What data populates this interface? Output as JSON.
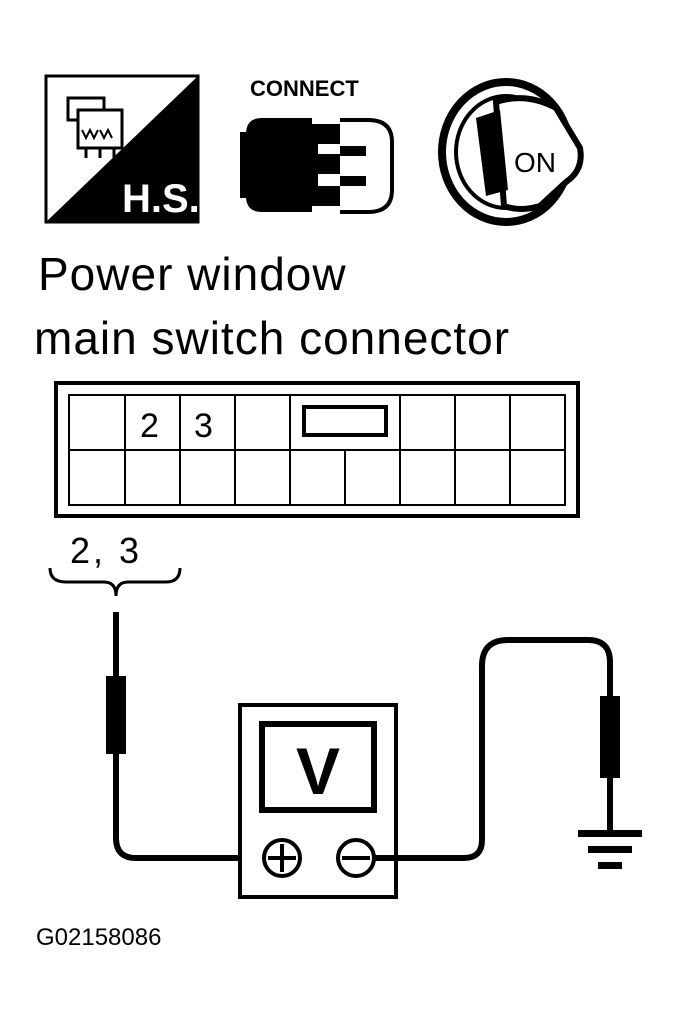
{
  "icons": {
    "harness_icon": {
      "name": "hs-harness-icon",
      "label": "H.S."
    },
    "connect_icon": {
      "name": "connect-icon",
      "label": "CONNECT"
    },
    "ignition_icon": {
      "name": "ignition-key-on-icon",
      "label": "ON"
    }
  },
  "title": {
    "line1": "Power window",
    "line2": "main switch connector"
  },
  "connector": {
    "pin_labels": [
      "2",
      "3"
    ],
    "probe_label": "2, 3"
  },
  "meter": {
    "display": "V",
    "positive_symbol": "+",
    "negative_symbol": "−"
  },
  "figure_id": "G02158086",
  "colors": {
    "ink": "#000000",
    "paper": "#ffffff"
  }
}
